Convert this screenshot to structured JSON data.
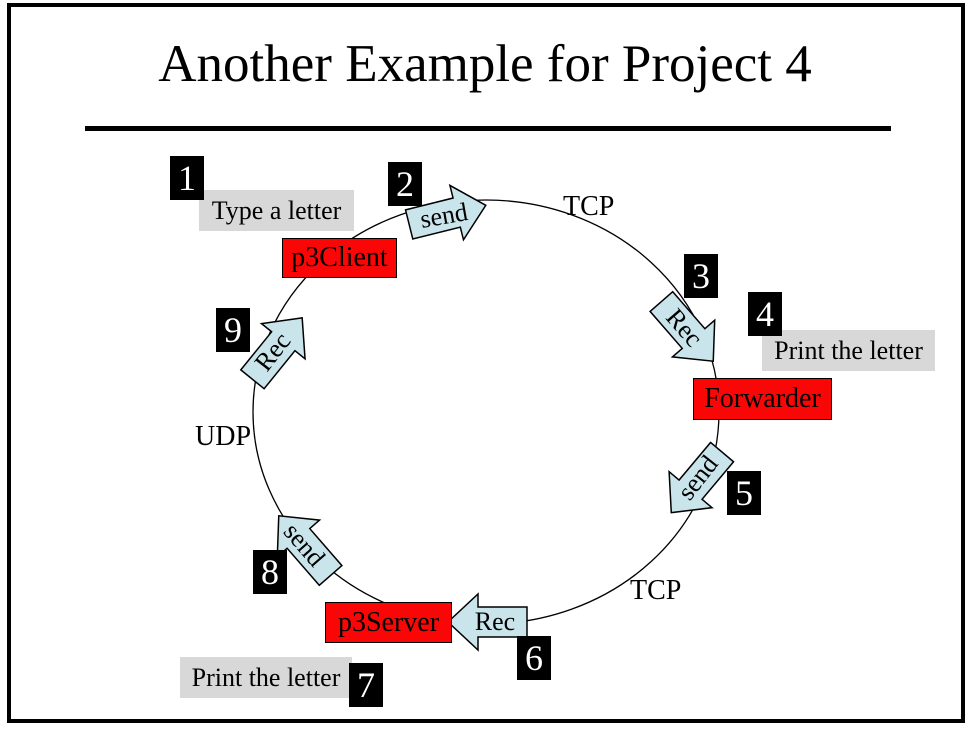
{
  "title": "Another Example for Project 4",
  "steps": {
    "s1": "1",
    "s2": "2",
    "s3": "3",
    "s4": "4",
    "s5": "5",
    "s6": "6",
    "s7": "7",
    "s8": "8",
    "s9": "9"
  },
  "action_labels": {
    "type_letter": "Type a letter",
    "print_letter_forwarder": "Print the letter",
    "print_letter_server": "Print the letter"
  },
  "nodes": {
    "client": "p3Client",
    "forwarder": "Forwarder",
    "server": "p3Server"
  },
  "arrow_labels": {
    "send_client": "send",
    "rec_forwarder": "Rec",
    "send_forwarder": "send",
    "rec_server": "Rec",
    "send_server": "send",
    "rec_client": "Rec"
  },
  "protocol_labels": {
    "tcp_client_forwarder": "TCP",
    "tcp_forwarder_server": "TCP",
    "udp_server_client": "UDP"
  },
  "colors": {
    "arrow_fill": "#c9e5eb",
    "node_fill": "#fb0606",
    "step_box_bg": "#000000",
    "step_box_text": "#ffffff",
    "action_label_bg": "#d8d8d8"
  }
}
